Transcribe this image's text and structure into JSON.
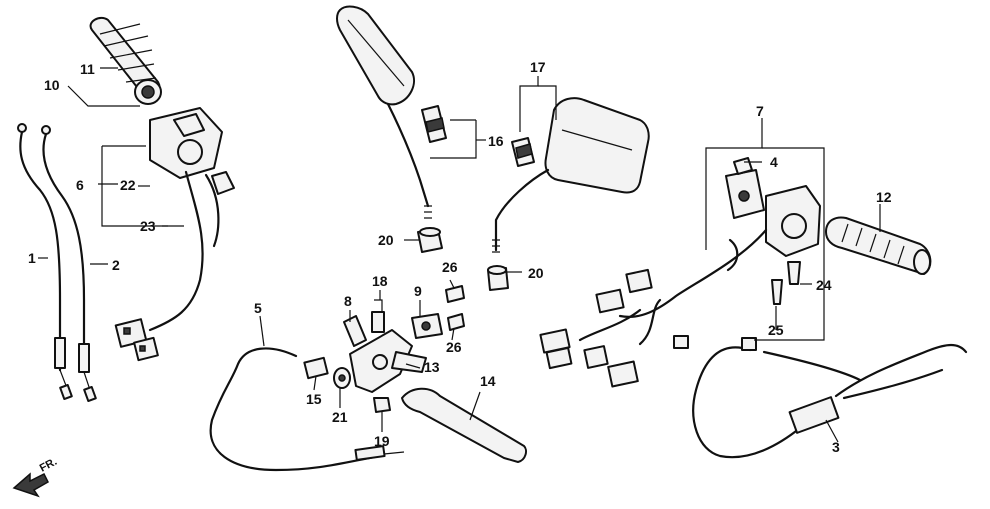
{
  "callouts": {
    "c1": "1",
    "c2": "2",
    "c3": "3",
    "c4": "4",
    "c5": "5",
    "c6": "6",
    "c7": "7",
    "c8": "8",
    "c9": "9",
    "c10": "10",
    "c11": "11",
    "c12": "12",
    "c13": "13",
    "c14": "14",
    "c15": "15",
    "c16": "16",
    "c17": "17",
    "c19": "19",
    "c18": "18",
    "c20a": "20",
    "c20b": "20",
    "c21": "21",
    "c22": "22",
    "c23": "23",
    "c24": "24",
    "c25": "25",
    "c26a": "26",
    "c26b": "26"
  },
  "direction_label": "FR."
}
